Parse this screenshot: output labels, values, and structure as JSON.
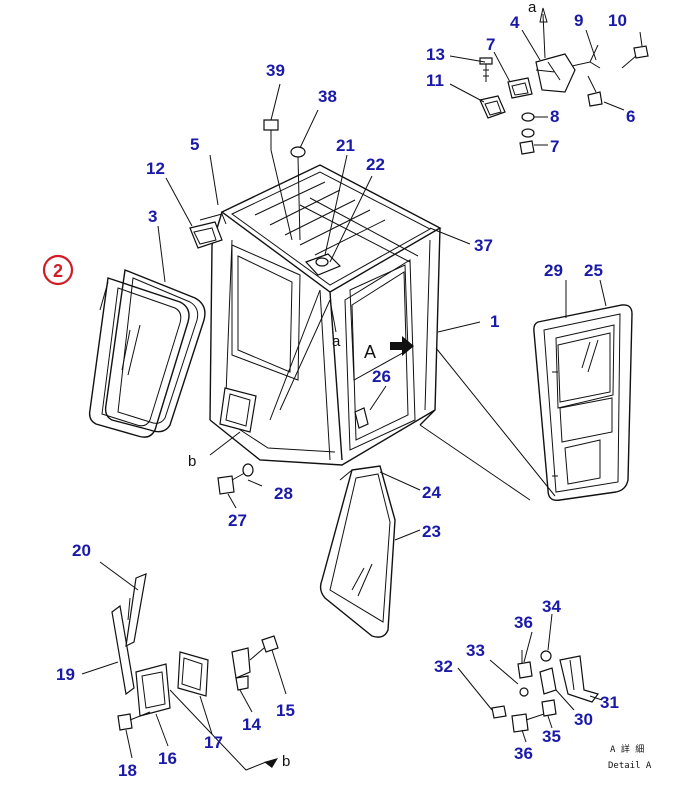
{
  "highlight": {
    "label": "2",
    "color": "#d01c24"
  },
  "label_color": "#1a1aa8",
  "part_labels": {
    "p1": "1",
    "p3": "3",
    "p4": "4",
    "p5": "5",
    "p6": "6",
    "p7a": "7",
    "p7b": "7",
    "p8": "8",
    "p9": "9",
    "p10": "10",
    "p11": "11",
    "p12": "12",
    "p13": "13",
    "p14": "14",
    "p15": "15",
    "p16": "16",
    "p17": "17",
    "p18": "18",
    "p19": "19",
    "p20": "20",
    "p21": "21",
    "p22": "22",
    "p23": "23",
    "p24": "24",
    "p25": "25",
    "p26": "26",
    "p27": "27",
    "p28": "28",
    "p29": "29",
    "p30": "30",
    "p31": "31",
    "p32": "32",
    "p33": "33",
    "p34": "34",
    "p35": "35",
    "p36a": "36",
    "p36b": "36",
    "p37": "37",
    "p38": "38",
    "p39": "39"
  },
  "refs": {
    "a_top": "a",
    "a_mid": "a",
    "b_left": "b",
    "b_bottom": "b",
    "view_a": "A"
  },
  "detail": {
    "jp": "A 詳 細",
    "en": "Detail A"
  }
}
